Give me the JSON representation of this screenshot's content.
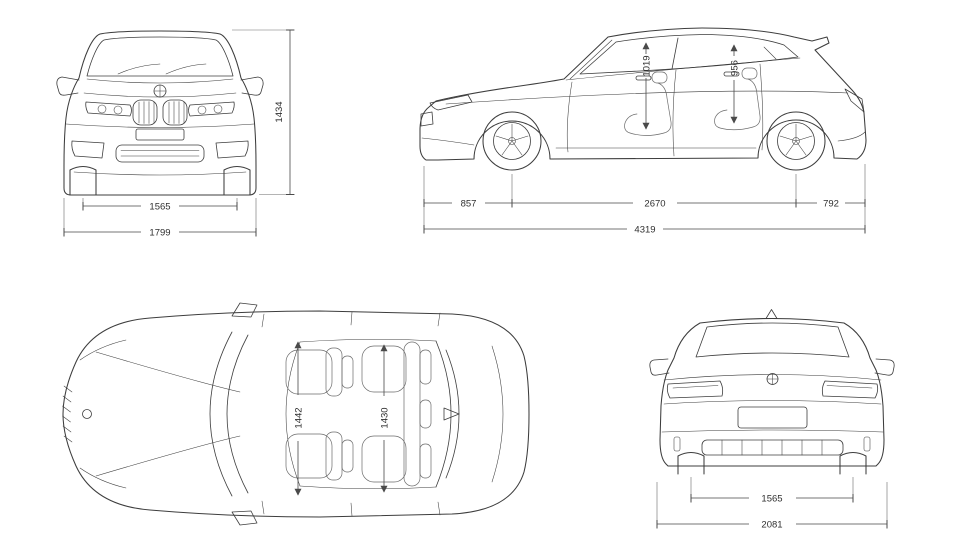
{
  "diagram": {
    "views": {
      "front": {
        "height_mm": "1434",
        "track_width_mm": "1565",
        "overall_width_mm": "1799"
      },
      "side": {
        "front_interior_height_mm": "1019",
        "rear_interior_height_mm": "956",
        "front_overhang_mm": "857",
        "wheelbase_mm": "2670",
        "rear_overhang_mm": "792",
        "overall_length_mm": "4319"
      },
      "top": {
        "front_interior_width_mm": "1442",
        "rear_interior_width_mm": "1430"
      },
      "rear": {
        "track_width_mm": "1565",
        "width_incl_mirrors_mm": "2081"
      }
    },
    "colors": {
      "line": "#3d3d3d",
      "dimension": "#4a4a4a",
      "background": "#ffffff"
    }
  }
}
